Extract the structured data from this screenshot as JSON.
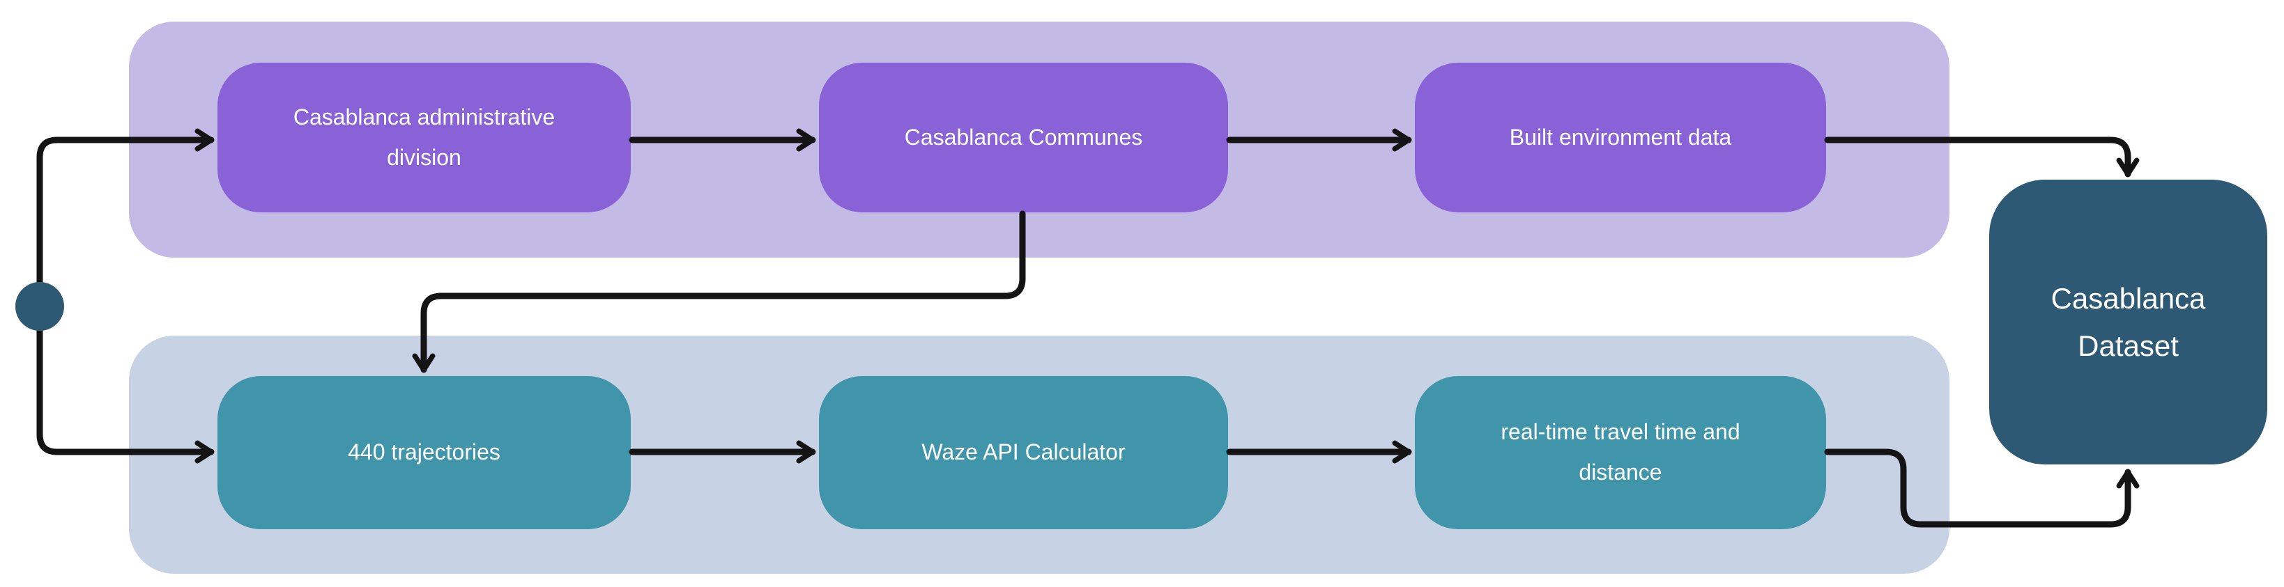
{
  "colors": {
    "background": "#ffffff",
    "stage1_container": "#c4bae6",
    "stage1_node": "#8962d7",
    "stage2_container": "#c7d3e4",
    "stage2_node": "#4095ab",
    "output_node": "#2d5974",
    "connector": "#141414",
    "node_text": "#ffffff"
  },
  "nodes": {
    "admin_division": {
      "label": "Casablanca administrative\ndivision"
    },
    "communes": {
      "label": "Casablanca Communes"
    },
    "built_environment": {
      "label": "Built environment data"
    },
    "trajectories": {
      "label": "440 trajectories"
    },
    "waze": {
      "label": "Waze API Calculator"
    },
    "travel_time": {
      "label": "real-time travel time and\ndistance"
    },
    "dataset": {
      "label": "Casablanca\nDataset"
    }
  }
}
